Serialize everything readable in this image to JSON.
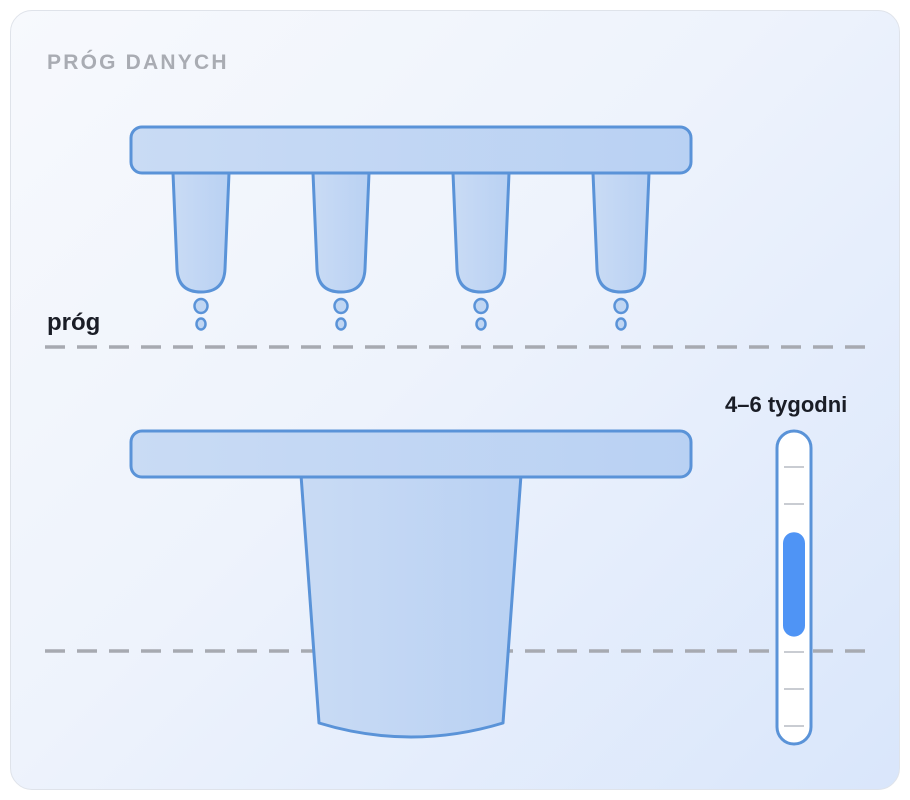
{
  "header": {
    "title": "PRÓG DANYCH"
  },
  "threshold": {
    "label": "próg"
  },
  "duration": {
    "label": "4–6 tygodni",
    "progress_start_fraction": 0.32,
    "progress_end_fraction": 0.66
  },
  "colors": {
    "outline": "#5a93d8",
    "fill": "#c0d6f3",
    "dash": "#a7aab1",
    "accent": "#4f94f5",
    "tick": "#c9ccd2"
  }
}
